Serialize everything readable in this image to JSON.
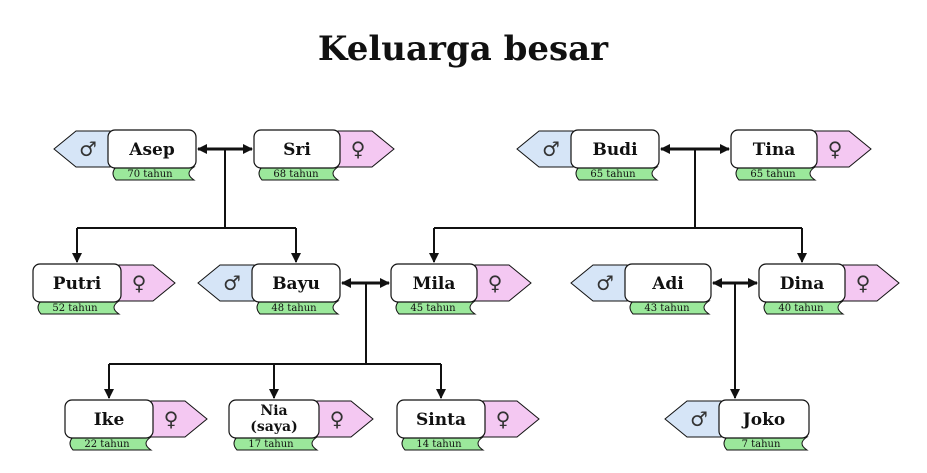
{
  "title": "Keluarga besar",
  "colors": {
    "male": "#d6e5f7",
    "female": "#f4c8f2",
    "age_tag": "#9be89b",
    "line": "#111111"
  },
  "symbols": {
    "male": "♂",
    "female": "♀"
  },
  "people": [
    {
      "id": "asep",
      "name": [
        "Asep"
      ],
      "age": "70 tahun",
      "gender": "male"
    },
    {
      "id": "sri",
      "name": [
        "Sri"
      ],
      "age": "68 tahun",
      "gender": "female"
    },
    {
      "id": "budi",
      "name": [
        "Budi"
      ],
      "age": "65 tahun",
      "gender": "male"
    },
    {
      "id": "tina",
      "name": [
        "Tina"
      ],
      "age": "65 tahun",
      "gender": "female"
    },
    {
      "id": "putri",
      "name": [
        "Putri"
      ],
      "age": "52 tahun",
      "gender": "female"
    },
    {
      "id": "bayu",
      "name": [
        "Bayu"
      ],
      "age": "48 tahun",
      "gender": "male"
    },
    {
      "id": "mila",
      "name": [
        "Mila"
      ],
      "age": "45 tahun",
      "gender": "female"
    },
    {
      "id": "adi",
      "name": [
        "Adi"
      ],
      "age": "43 tahun",
      "gender": "male"
    },
    {
      "id": "dina",
      "name": [
        "Dina"
      ],
      "age": "40 tahun",
      "gender": "female"
    },
    {
      "id": "ike",
      "name": [
        "Ike"
      ],
      "age": "22 tahun",
      "gender": "female"
    },
    {
      "id": "nia",
      "name": [
        "Nia",
        "(saya)"
      ],
      "age": "17 tahun",
      "gender": "female"
    },
    {
      "id": "sinta",
      "name": [
        "Sinta"
      ],
      "age": "14 tahun",
      "gender": "female"
    },
    {
      "id": "joko",
      "name": [
        "Joko"
      ],
      "age": "7 tahun",
      "gender": "male"
    }
  ],
  "couples": [
    {
      "a": "asep",
      "b": "sri",
      "children": [
        "putri",
        "bayu"
      ]
    },
    {
      "a": "budi",
      "b": "tina",
      "children": [
        "mila",
        "dina"
      ]
    },
    {
      "a": "bayu",
      "b": "mila",
      "children": [
        "ike",
        "nia",
        "sinta"
      ]
    },
    {
      "a": "adi",
      "b": "dina",
      "children": [
        "joko"
      ]
    }
  ]
}
